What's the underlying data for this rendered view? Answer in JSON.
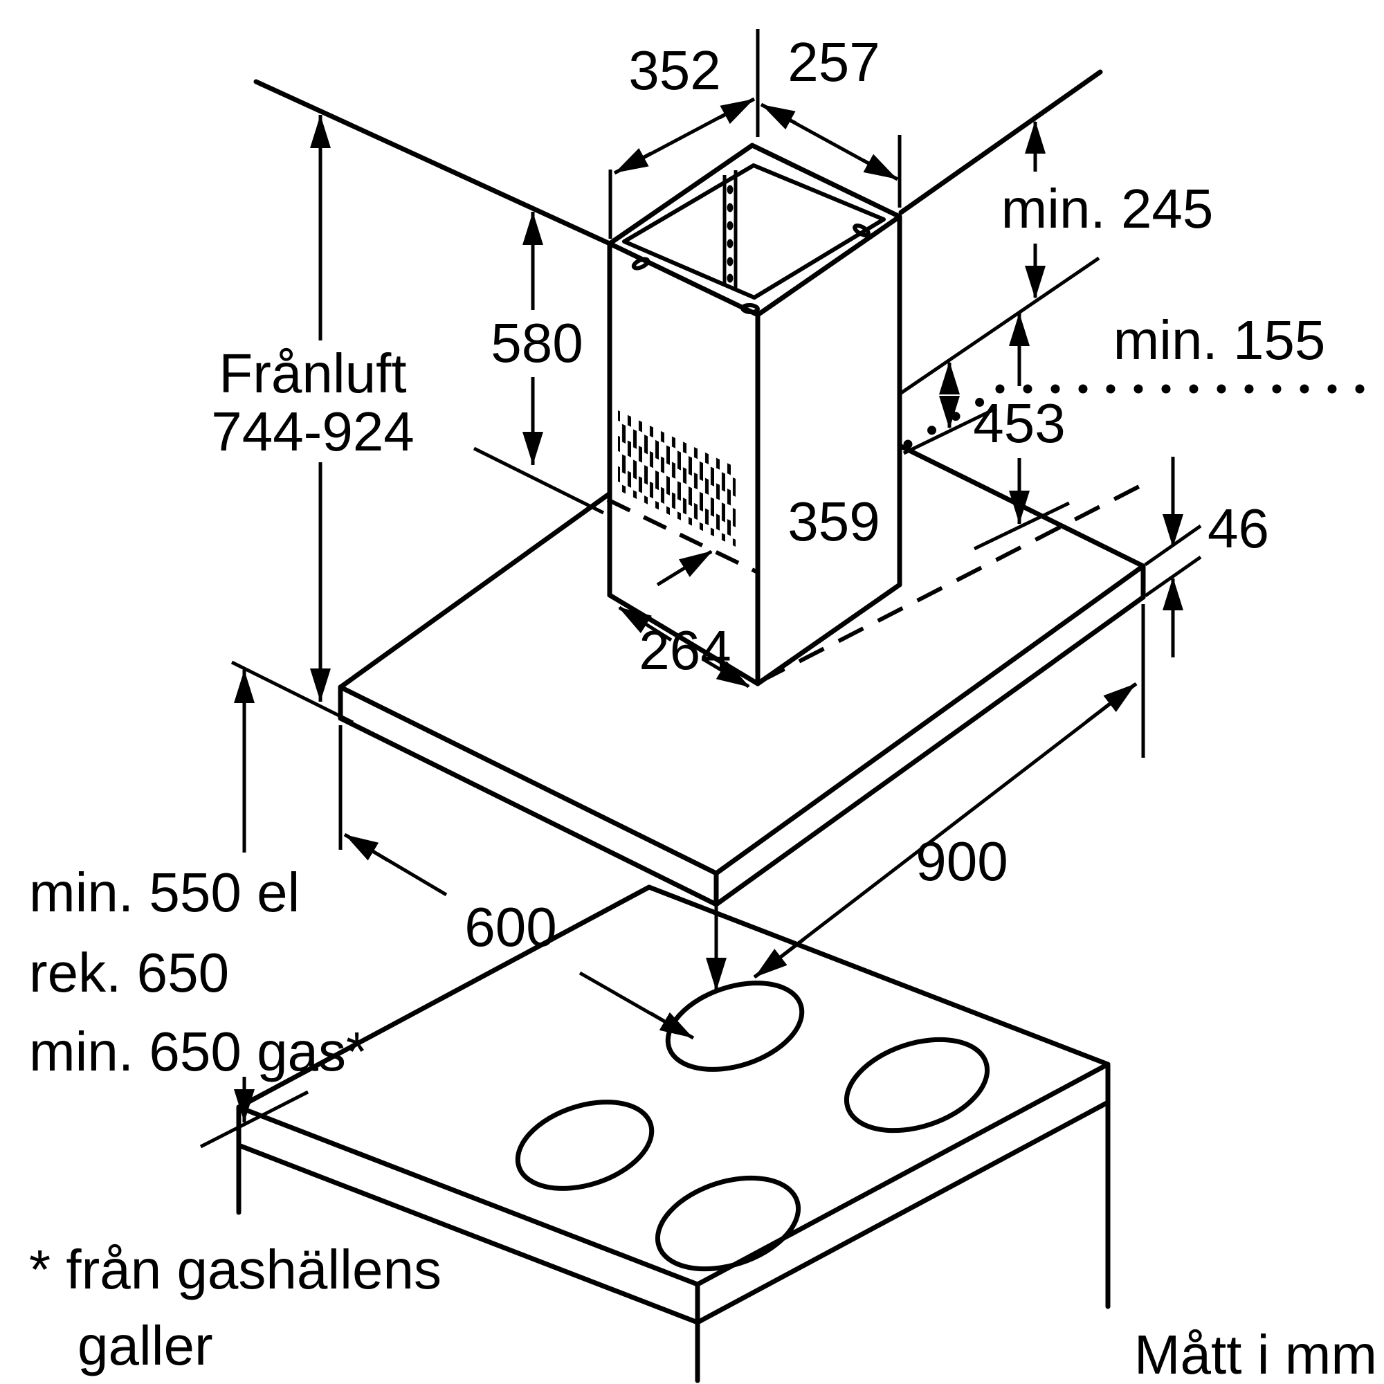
{
  "diagram": {
    "units_note": "Mått i mm",
    "dimensions": {
      "chimney_top_width_left": "352",
      "chimney_top_width_right": "257",
      "ceiling_clearance": "min. 245",
      "telescope_clearance": "min. 155",
      "chimney_section_height": "580",
      "exhaust_label": "Frånluft",
      "exhaust_height_range": "744-924",
      "chimney_total_height": "453",
      "chimney_base_depth": "359",
      "chimney_base_width": "264",
      "canopy_thickness": "46",
      "canopy_depth": "600",
      "canopy_width": "900"
    },
    "hob_clearance": {
      "line1": "min. 550 el",
      "line2": "rek. 650",
      "line3": "min. 650 gas*"
    },
    "footnote": {
      "line1": "* från gashällens",
      "line2": "galler"
    },
    "colors": {
      "line": "#000000",
      "background": "#ffffff"
    }
  }
}
